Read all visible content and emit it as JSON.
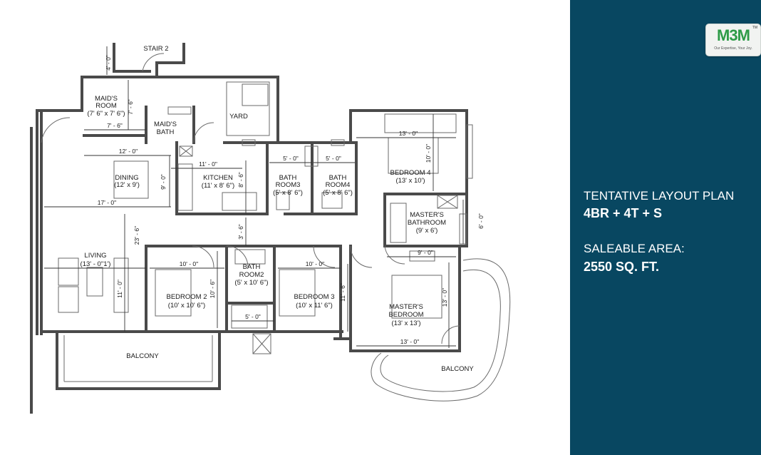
{
  "plan": {
    "rooms": {
      "stair": "STAIR 2",
      "maids_room": [
        "MAID'S",
        "ROOM",
        "(7' 6\" x 7' 6\")"
      ],
      "maids_bath": [
        "MAID'S",
        "BATH"
      ],
      "yard": "YARD",
      "dining": [
        "DINING",
        "(12' x 9')"
      ],
      "kitchen": [
        "KITCHEN",
        "(11' x 8' 6\")"
      ],
      "bathroom3": [
        "BATH",
        "ROOM3",
        "(5' x 8' 6\")"
      ],
      "bathroom4": [
        "BATH",
        "ROOM4",
        "(5' x 8' 6\")"
      ],
      "bedroom4": [
        "BEDROOM 4",
        "(13' x 10')"
      ],
      "masters_bathroom": [
        "MASTER'S",
        "BATHROOM",
        "(9' x 6')"
      ],
      "living": [
        "LIVING",
        "(13' - 0\"1')"
      ],
      "bedroom2": [
        "BEDROOM 2",
        "(10' x 10' 6\")"
      ],
      "bathroom2": [
        "BATH",
        "ROOM2",
        "(5' x 10' 6\")"
      ],
      "bedroom3": [
        "BEDROOM 3",
        "(10' x 11' 6\")"
      ],
      "master_bedroom": [
        "MASTER'S",
        "BEDROOM",
        "(13' x 13')"
      ],
      "balcony_left": "BALCONY",
      "balcony_right": "BALCONY"
    },
    "dimensions": {
      "stair_v": "4' - 0\"",
      "maids_v": "7' - 6\"",
      "maids_h": "7' - 6\"",
      "dining_h": "12' - 0\"",
      "dining_v": "9' - 0\"",
      "kitchen_h": "11' - 0\"",
      "kitchen_v": "8' - 6\"",
      "bath3_h": "5' - 0\"",
      "bath4_h": "5' - 0\"",
      "bed4_h": "13' - 0\"",
      "bed4_v": "10' - 0\"",
      "living_h": "17' - 0\"",
      "living_v": "23' - 6\"",
      "corridor_v": "3' - 6\"",
      "masterbath_h": "9' - 0\"",
      "masterbath_v": "6' - 0\"",
      "living_v2": "11' - 0\"",
      "bed2_h": "10' - 0\"",
      "bed2_v": "10' - 6\"",
      "bed3_h": "10' - 0\"",
      "bed3_v": "11' - 6\"",
      "bath2_h": "5' - 0\"",
      "master_v": "13' - 0\"",
      "master_h": "13' - 0\""
    }
  },
  "panel": {
    "logo_text": "M3M",
    "logo_tagline": "Our Expertise, Your Joy.",
    "logo_tm": "TM",
    "layout_title": "TENTATIVE LAYOUT PLAN",
    "configuration": "4BR + 4T + S",
    "area_label": "SALEABLE AREA:",
    "area_value": "2550 SQ. FT."
  },
  "colors": {
    "panel_bg": "#084761",
    "wall": "#4a4a4a",
    "logo_green": "#2d9b47"
  }
}
